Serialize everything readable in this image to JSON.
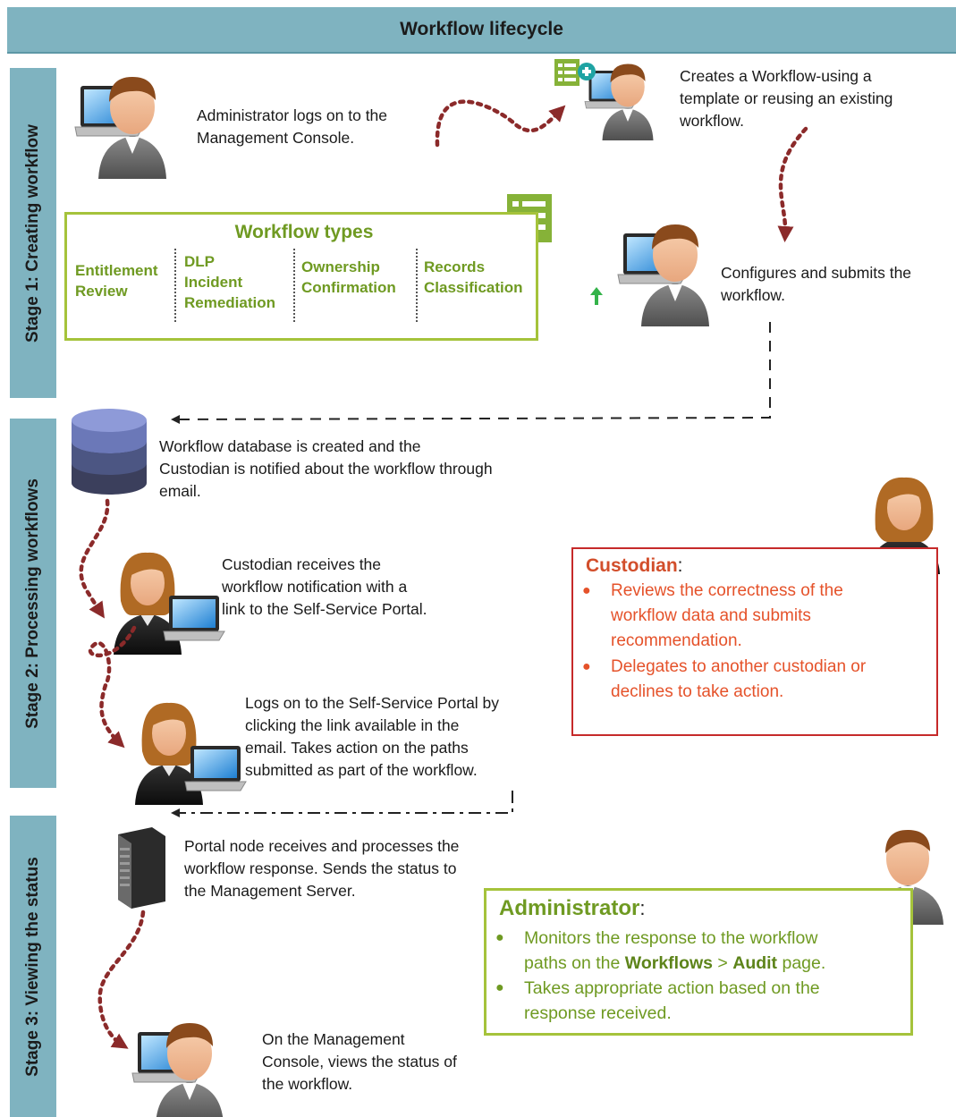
{
  "title": "Workflow lifecycle",
  "stages": [
    {
      "label": "Stage 1: Creating workflow"
    },
    {
      "label": "Stage 2: Processing workflows"
    },
    {
      "label": "Stage 3: Viewing the status"
    }
  ],
  "steps": {
    "admin_logon": [
      "Administrator logs on to the",
      "Management Console."
    ],
    "create_workflow": [
      "Creates a Workflow-using a",
      "template or reusing an existing",
      "workflow."
    ],
    "configure_submit": [
      "Configures and  submits the",
      "workflow."
    ],
    "database_created": [
      "Workflow database is created and the",
      "Custodian is notified about the workflow through",
      "email."
    ],
    "custodian_receives": [
      "Custodian receives the",
      "workflow notification with a",
      "link to the Self-Service Portal."
    ],
    "custodian_logs_on": [
      "Logs on to the Self-Service Portal by",
      "clicking the link available in the",
      "email. Takes action on the paths",
      "submitted as part of the workflow."
    ],
    "portal_node": [
      "Portal node receives and processes the",
      "workflow response. Sends the status to",
      "the Management Server."
    ],
    "view_status": [
      "On the Management",
      "Console, views the status of",
      "the workflow."
    ]
  },
  "workflow_types": {
    "title": "Workflow types",
    "items": [
      [
        "Entitlement",
        "Review"
      ],
      [
        "DLP",
        "Incident",
        "Remediation"
      ],
      [
        "Ownership",
        "Confirmation"
      ],
      [
        "Records",
        "Classification"
      ]
    ]
  },
  "custodian_box": {
    "heading": "Custodian",
    "colon": ":",
    "bullets": [
      [
        "Reviews the correctness of the",
        "workflow  data and submits",
        "recommendation."
      ],
      [
        "Delegates to another custodian or",
        "declines to take action."
      ]
    ]
  },
  "admin_box": {
    "heading": "Administrator",
    "colon": ":",
    "bullet1": {
      "line1": "Monitors the response to the workflow",
      "pre": "paths on the ",
      "bold1": "Workflows",
      "sep": " > ",
      "bold2": "Audit",
      "post": " page."
    },
    "bullet2": [
      "Takes appropriate action based on the",
      "response received."
    ]
  },
  "colors": {
    "stage_band": "#7fb3c0",
    "green_accent": "#a5c33b",
    "custodian_red": "#c62a2a",
    "flow_arrow": "#8b2a2a"
  }
}
